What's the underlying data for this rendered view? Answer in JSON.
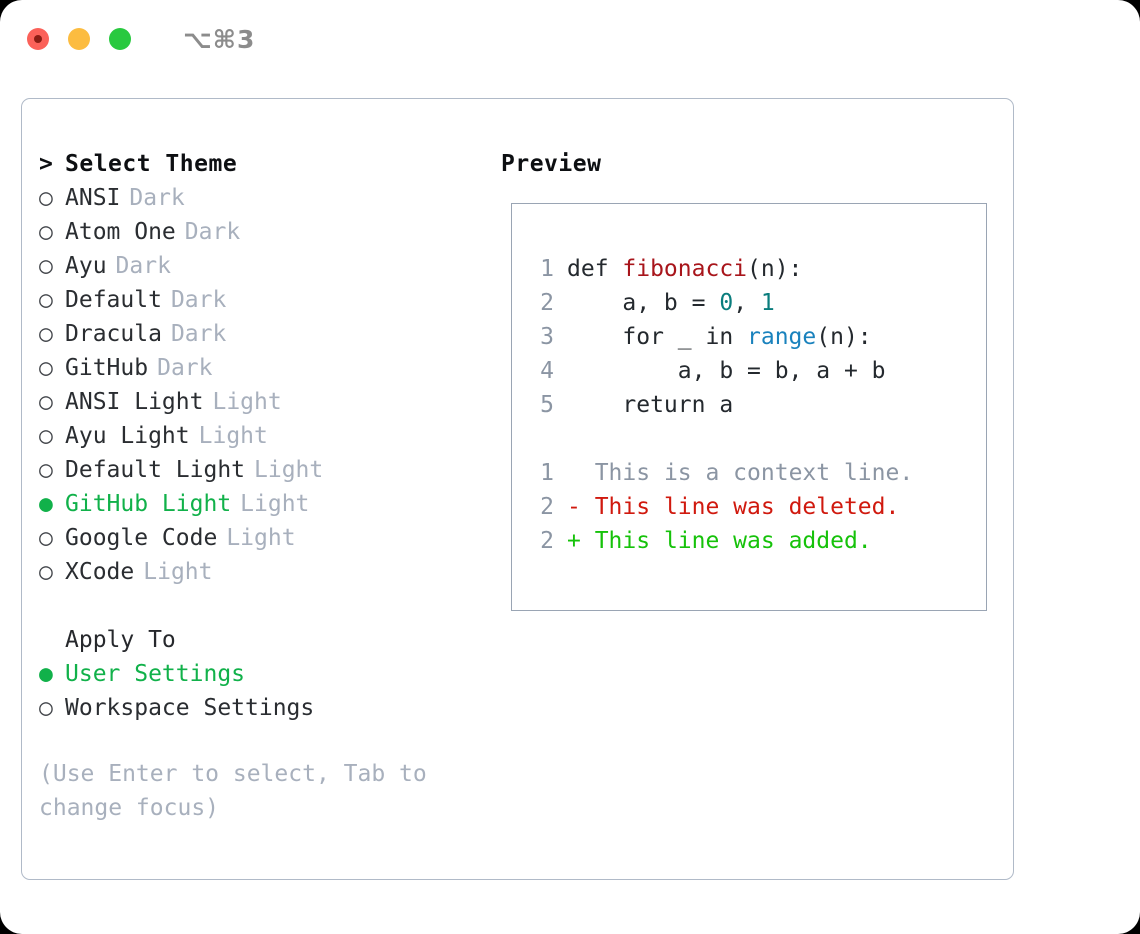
{
  "titlebar": {
    "shortcut": "⌥⌘3",
    "buttons": {
      "close": "close",
      "minimize": "minimize",
      "zoom": "zoom"
    }
  },
  "theme_selector": {
    "header": "Select Theme",
    "prompt": ">",
    "marker_selected": "●",
    "marker_unselected": "○",
    "items": [
      {
        "name": "ANSI",
        "variant": "Dark",
        "selected": false
      },
      {
        "name": "Atom One",
        "variant": "Dark",
        "selected": false
      },
      {
        "name": "Ayu",
        "variant": "Dark",
        "selected": false
      },
      {
        "name": "Default",
        "variant": "Dark",
        "selected": false
      },
      {
        "name": "Dracula",
        "variant": "Dark",
        "selected": false
      },
      {
        "name": "GitHub",
        "variant": "Dark",
        "selected": false
      },
      {
        "name": "ANSI Light",
        "variant": "Light",
        "selected": false
      },
      {
        "name": "Ayu Light",
        "variant": "Light",
        "selected": false
      },
      {
        "name": "Default Light",
        "variant": "Light",
        "selected": false
      },
      {
        "name": "GitHub Light",
        "variant": "Light",
        "selected": true
      },
      {
        "name": "Google Code",
        "variant": "Light",
        "selected": false
      },
      {
        "name": "XCode",
        "variant": "Light",
        "selected": false
      }
    ]
  },
  "apply_to": {
    "header": "Apply To",
    "items": [
      {
        "name": "User Settings",
        "selected": true
      },
      {
        "name": "Workspace Settings",
        "selected": false
      }
    ]
  },
  "hint": "(Use Enter to select, Tab to change focus)",
  "preview": {
    "title": "Preview",
    "code_lines": [
      {
        "num": "1",
        "tokens": [
          {
            "text": "def ",
            "kind": "plain"
          },
          {
            "text": "fibonacci",
            "kind": "fn"
          },
          {
            "text": "(n):",
            "kind": "plain"
          }
        ]
      },
      {
        "num": "2",
        "tokens": [
          {
            "text": "    a, b = ",
            "kind": "plain"
          },
          {
            "text": "0",
            "kind": "num"
          },
          {
            "text": ", ",
            "kind": "plain"
          },
          {
            "text": "1",
            "kind": "num"
          }
        ]
      },
      {
        "num": "3",
        "tokens": [
          {
            "text": "    for _ in ",
            "kind": "plain"
          },
          {
            "text": "range",
            "kind": "builtin"
          },
          {
            "text": "(n):",
            "kind": "plain"
          }
        ]
      },
      {
        "num": "4",
        "tokens": [
          {
            "text": "        a, b = b, a + b",
            "kind": "plain"
          }
        ]
      },
      {
        "num": "5",
        "tokens": [
          {
            "text": "    return a",
            "kind": "plain"
          }
        ]
      }
    ],
    "diff_lines": [
      {
        "num": "1",
        "sign": " ",
        "text": " This is a context line.",
        "kind": "context"
      },
      {
        "num": "2",
        "sign": "-",
        "text": " This line was deleted.",
        "kind": "del"
      },
      {
        "num": "2",
        "sign": "+",
        "text": " This line was added.",
        "kind": "add"
      }
    ]
  },
  "colors": {
    "selected_green": "#11b14a",
    "diff_add_green": "#16c20a",
    "diff_del_red": "#d0190e",
    "function_red": "#a8151b",
    "number_teal": "#0a7d7d",
    "builtin_blue": "#1a82bd",
    "muted_gray": "#a8b0bd",
    "line_number_gray": "#8b95a3",
    "border_gray": "#b0bac8",
    "preview_border": "#9aa5b4"
  }
}
